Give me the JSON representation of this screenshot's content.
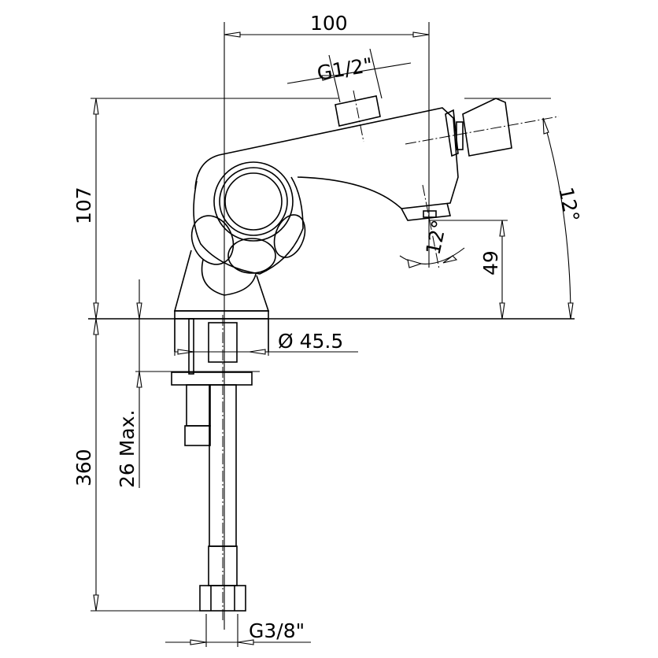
{
  "title": "Bidet mixer dimension drawing",
  "dimensions": {
    "width_top": "100",
    "outlet_thread": "G1/2\"",
    "height": "107",
    "tilt_angle": "12°",
    "spout_angle": "12°",
    "spout_height": "49",
    "base_diameter": "Ø 45.5",
    "deck_thickness": "26 Max.",
    "hose_length": "360",
    "hose_thread": "G3/8\""
  },
  "colors": {
    "line": "#000000",
    "background": "#ffffff"
  }
}
